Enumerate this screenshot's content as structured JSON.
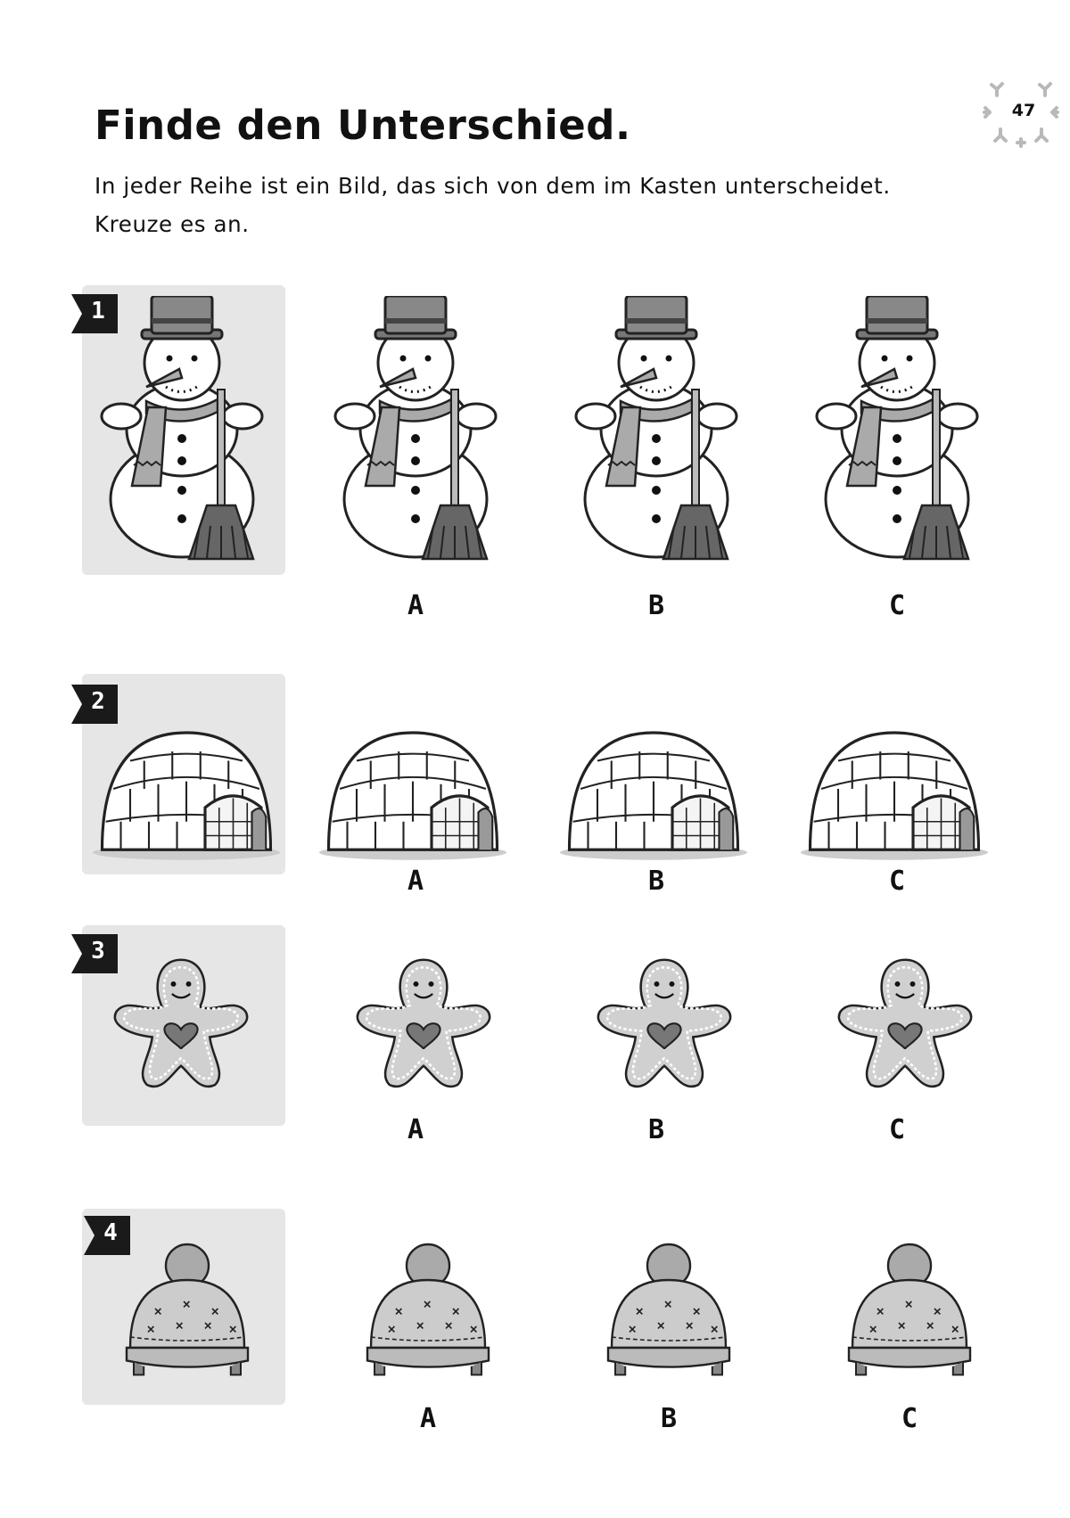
{
  "page": {
    "title": "Finde den Unterschied.",
    "instruction_line1": "In jeder Reihe ist ein Bild, das sich von dem im Kasten unterscheidet.",
    "instruction_line2": "Kreuze es an.",
    "page_number": "47"
  },
  "rows": [
    {
      "number": "1",
      "subject": "snowman",
      "options": [
        "A",
        "B",
        "C"
      ]
    },
    {
      "number": "2",
      "subject": "igloo",
      "options": [
        "A",
        "B",
        "C"
      ]
    },
    {
      "number": "3",
      "subject": "gingerbread-man",
      "options": [
        "A",
        "B",
        "C"
      ]
    },
    {
      "number": "4",
      "subject": "bobble-hat",
      "options": [
        "A",
        "B",
        "C"
      ]
    }
  ],
  "colors": {
    "box_background": "#e6e6e6",
    "flag": "#1a1a1a",
    "ink": "#111111"
  }
}
